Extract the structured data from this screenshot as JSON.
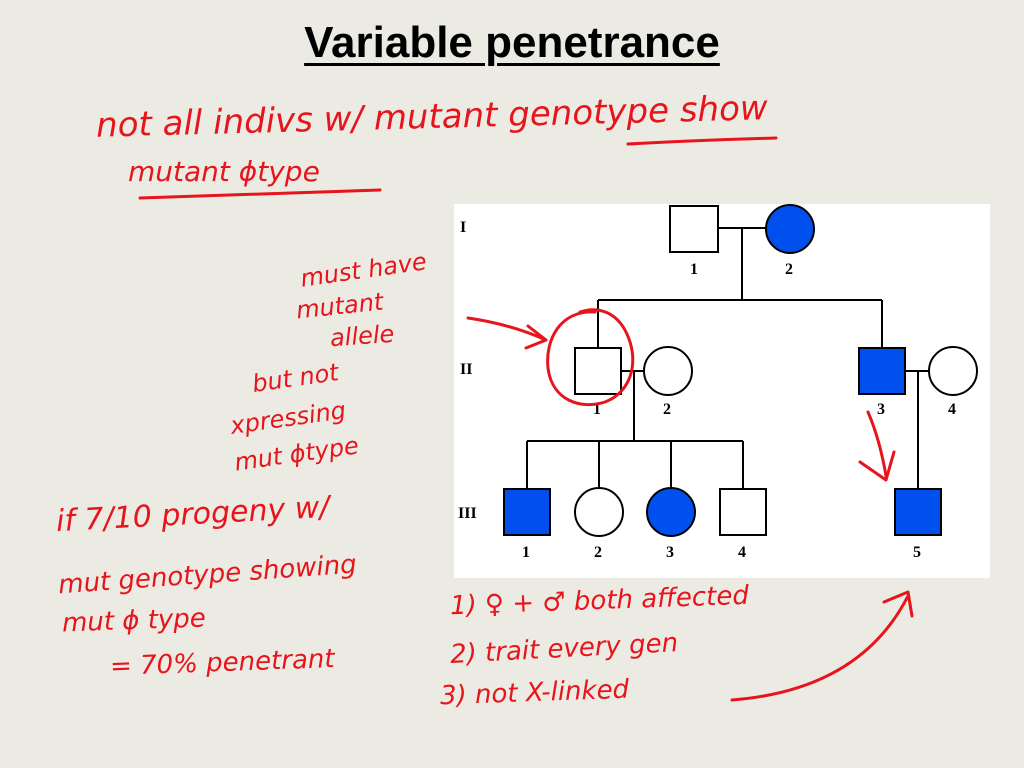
{
  "slide": {
    "title": "Variable penetrance"
  },
  "pedigree": {
    "generations": [
      "I",
      "II",
      "III"
    ],
    "individuals": {
      "I": [
        {
          "id": "1",
          "sex": "male",
          "affected": false
        },
        {
          "id": "2",
          "sex": "female",
          "affected": true
        }
      ],
      "II": [
        {
          "id": "1",
          "sex": "male",
          "affected": false
        },
        {
          "id": "2",
          "sex": "female",
          "affected": false
        },
        {
          "id": "3",
          "sex": "male",
          "affected": true
        },
        {
          "id": "4",
          "sex": "female",
          "affected": false
        }
      ],
      "III": [
        {
          "id": "1",
          "sex": "male",
          "affected": true
        },
        {
          "id": "2",
          "sex": "female",
          "affected": false
        },
        {
          "id": "3",
          "sex": "female",
          "affected": true
        },
        {
          "id": "4",
          "sex": "male",
          "affected": false
        },
        {
          "id": "5",
          "sex": "male",
          "affected": true
        }
      ]
    },
    "affected_color": "#0050ee"
  },
  "notes": {
    "line1": "not all indivs w/ mutant genotype show",
    "line2": "mutant ɸtype",
    "must_have_1": "must have",
    "must_have_2": "mutant",
    "must_have_3": "allele",
    "but_not_1": "but not",
    "but_not_2": "xpressing",
    "but_not_3": "mut ɸtype",
    "if_1": "if 7/10 progeny w/",
    "if_2": "mut genotype showing",
    "if_3": "mut ɸ type",
    "if_4": "= 70% penetrant",
    "list_1": "1) ♀ + ♂ both affected",
    "list_2": "2) trait every gen",
    "list_3": "3) not X-linked"
  },
  "ink_color": "#e8141c"
}
